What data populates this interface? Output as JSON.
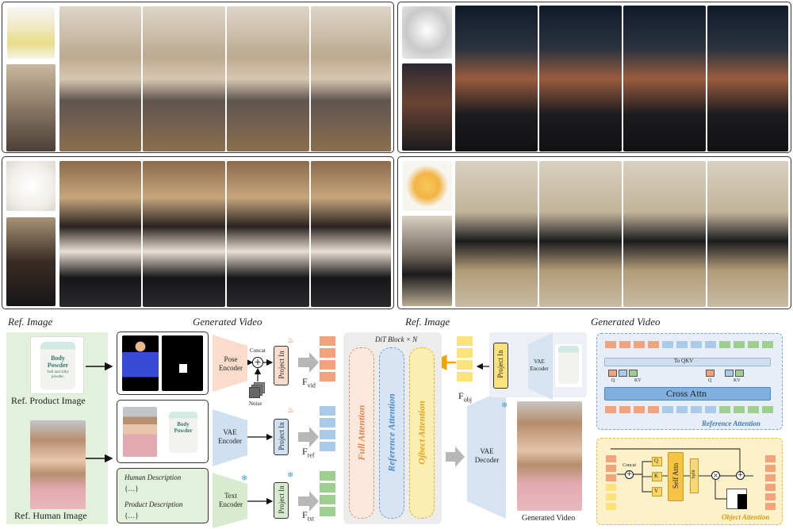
{
  "captions": {
    "ref_image_left": "Ref. Image",
    "generated_video_left": "Generated Video",
    "ref_image_right": "Ref. Image",
    "generated_video_right": "Generated Video"
  },
  "left_column": {
    "product_label": "Ref. Product Image",
    "human_label": "Ref. Human Image",
    "jar_text": "Body Powder",
    "jar_sub": "Soft and silky powder."
  },
  "inputs": {
    "human_description": "Human Description",
    "human_placeholder": "{…}",
    "product_description": "Product Description",
    "product_placeholder": "{…}"
  },
  "encoders": {
    "pose": "Pose Encoder",
    "vae": "VAE Encoder",
    "text": "Text Encoder",
    "concat": "Concat",
    "noise": "Noise"
  },
  "project_in": "Project In",
  "features": {
    "vid": "F",
    "vid_sub": "vid",
    "ref": "F",
    "ref_sub": "ref",
    "txt": "F",
    "txt_sub": "txt",
    "obj": "F",
    "obj_sub": "obj"
  },
  "dit": {
    "block_label": "DiT Block × N",
    "full_attention": "Full Attention",
    "reference_attention": "Reference Attention",
    "object_attention": "Ojbect Attention"
  },
  "right_side": {
    "vae_encoder": "VAE Encoder",
    "vae_decoder": "VAE Decoder",
    "generated_video_caption": "Generated Video"
  },
  "ref_attn": {
    "to_qkv": "To QKV",
    "cross_attn": "Cross Attn",
    "title": "Reference Attention",
    "q": "Q",
    "kv": "KV"
  },
  "obj_attn": {
    "concat": "Concat",
    "q": "Q",
    "k": "K",
    "v": "V",
    "self_attn": "Self Attn",
    "split": "Split",
    "title": "Object Attention"
  },
  "colors": {
    "orange": "#f4a27c",
    "blue": "#a9cbe8",
    "green": "#9fcf8f",
    "yellow": "#fbe27a",
    "panel_green": "#e3f1dc",
    "ref_attn_bg": "#e7eef8",
    "obj_attn_bg": "#fdf1c9",
    "fire": "#f26a1b",
    "snow": "#4a9fd8"
  }
}
